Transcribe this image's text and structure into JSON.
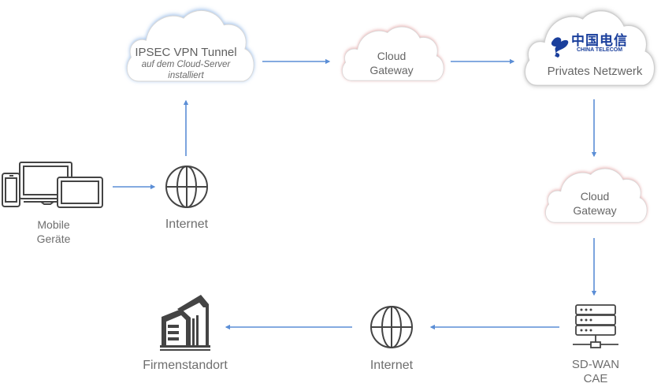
{
  "diagram": {
    "title": "SD-WAN network path diagram",
    "nodes": {
      "mobile": {
        "label_line1": "Mobile",
        "label_line2": "Geräte",
        "icon": "devices-icon"
      },
      "internet_top": {
        "label": "Internet",
        "icon": "globe-icon"
      },
      "vpn_cloud": {
        "title": "IPSEC VPN Tunnel",
        "subtitle_line1": "auf dem Cloud-Server",
        "subtitle_line2": "installiert",
        "icon": "cloud-icon"
      },
      "gateway_top": {
        "label_line1": "Cloud",
        "label_line2": "Gateway",
        "icon": "cloud-icon"
      },
      "private_net": {
        "logo_cn": "中国电信",
        "logo_en": "CHINA TELECOM",
        "label": "Privates Netzwerk",
        "icon": "cloud-icon"
      },
      "gateway_right": {
        "label_line1": "Cloud",
        "label_line2": "Gateway",
        "icon": "cloud-icon"
      },
      "sdwan": {
        "label_line1": "SD-WAN",
        "label_line2": "CAE",
        "icon": "server-icon"
      },
      "internet_bottom": {
        "label": "Internet",
        "icon": "globe-icon"
      },
      "office": {
        "label": "Firmenstandort",
        "icon": "building-icon"
      }
    },
    "edges": [
      {
        "from": "mobile",
        "to": "internet_top"
      },
      {
        "from": "internet_top",
        "to": "vpn_cloud"
      },
      {
        "from": "vpn_cloud",
        "to": "gateway_top"
      },
      {
        "from": "gateway_top",
        "to": "private_net"
      },
      {
        "from": "private_net",
        "to": "gateway_right"
      },
      {
        "from": "gateway_right",
        "to": "sdwan"
      },
      {
        "from": "sdwan",
        "to": "internet_bottom"
      },
      {
        "from": "internet_bottom",
        "to": "office"
      }
    ],
    "colors": {
      "arrow": "#5b8ed6",
      "icon": "#444444",
      "text": "#6e6e6e",
      "vpn_cloud_glow": "#9ec1e8",
      "gateway_cloud_glow": "#e8b4b4",
      "private_cloud_glow": "#c8c8c8",
      "telecom_blue": "#1a3f9c"
    }
  }
}
